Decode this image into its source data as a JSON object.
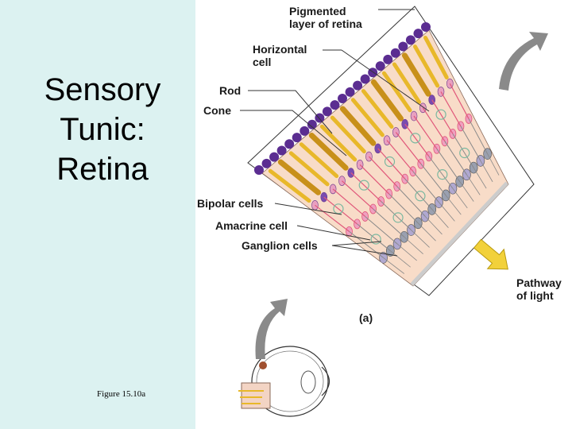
{
  "slide": {
    "title_lines": [
      "Sensory",
      "Tunic:",
      "Retina"
    ],
    "caption": "Figure 15.10a"
  },
  "labels": {
    "pigmented_line1": "Pigmented",
    "pigmented_line2": "layer of retina",
    "horizontal_line1": "Horizontal",
    "horizontal_line2": "cell",
    "rod": "Rod",
    "cone": "Cone",
    "bipolar": "Bipolar cells",
    "amacrine": "Amacrine cell",
    "ganglion": "Ganglion cells",
    "pathway_line1": "Pathway",
    "pathway_line2": "of light",
    "part": "(a)"
  },
  "colors": {
    "panel_bg": "#dcf2f1",
    "pigment": "#5b2d91",
    "rod_cone": "#e8b82a",
    "tissue": "#f8dcc8",
    "neuron_pink": "#e0587a",
    "neuron_purple": "#7a4bb0",
    "ganglion_gray": "#9aa0b0",
    "arrow_gray": "#8a8a8a",
    "arrow_yellow": "#f2d13a"
  },
  "icons": {
    "eye": "eye-cross-section-icon",
    "arrow": "curved-arrow-icon",
    "light": "pathway-arrow-icon"
  }
}
